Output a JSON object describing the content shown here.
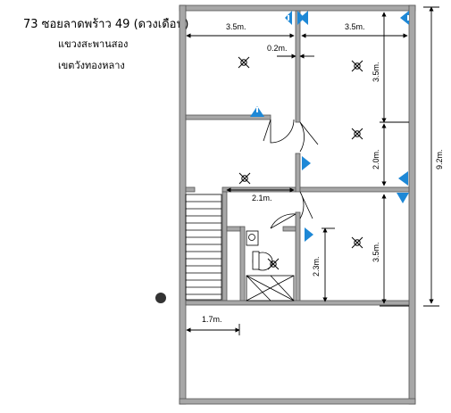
{
  "header": {
    "line1": "73 ซอยลาดพร้าว 49 (ดวงเดือน)",
    "line2": "แขวงสะพานสอง",
    "line3": "เขตวังทองหลาง"
  },
  "dimensions": {
    "top_left_width": "3.5m.",
    "top_right_width": "3.5m.",
    "corridor_gap": "0.2m.",
    "bedroom1_depth": "3.5m.",
    "bedroom2_depth": "2.0m.",
    "total_depth": "9.2m.",
    "hall_width": "2.1m.",
    "bedroom3_depth": "3.5m.",
    "bath_depth": "2.3m.",
    "balcony_depth": "1.7m."
  },
  "colors": {
    "wall": "#a7a7a7",
    "wall_outline": "#555555",
    "outlet_marker": "#1e88d6",
    "dot": "#333333"
  }
}
